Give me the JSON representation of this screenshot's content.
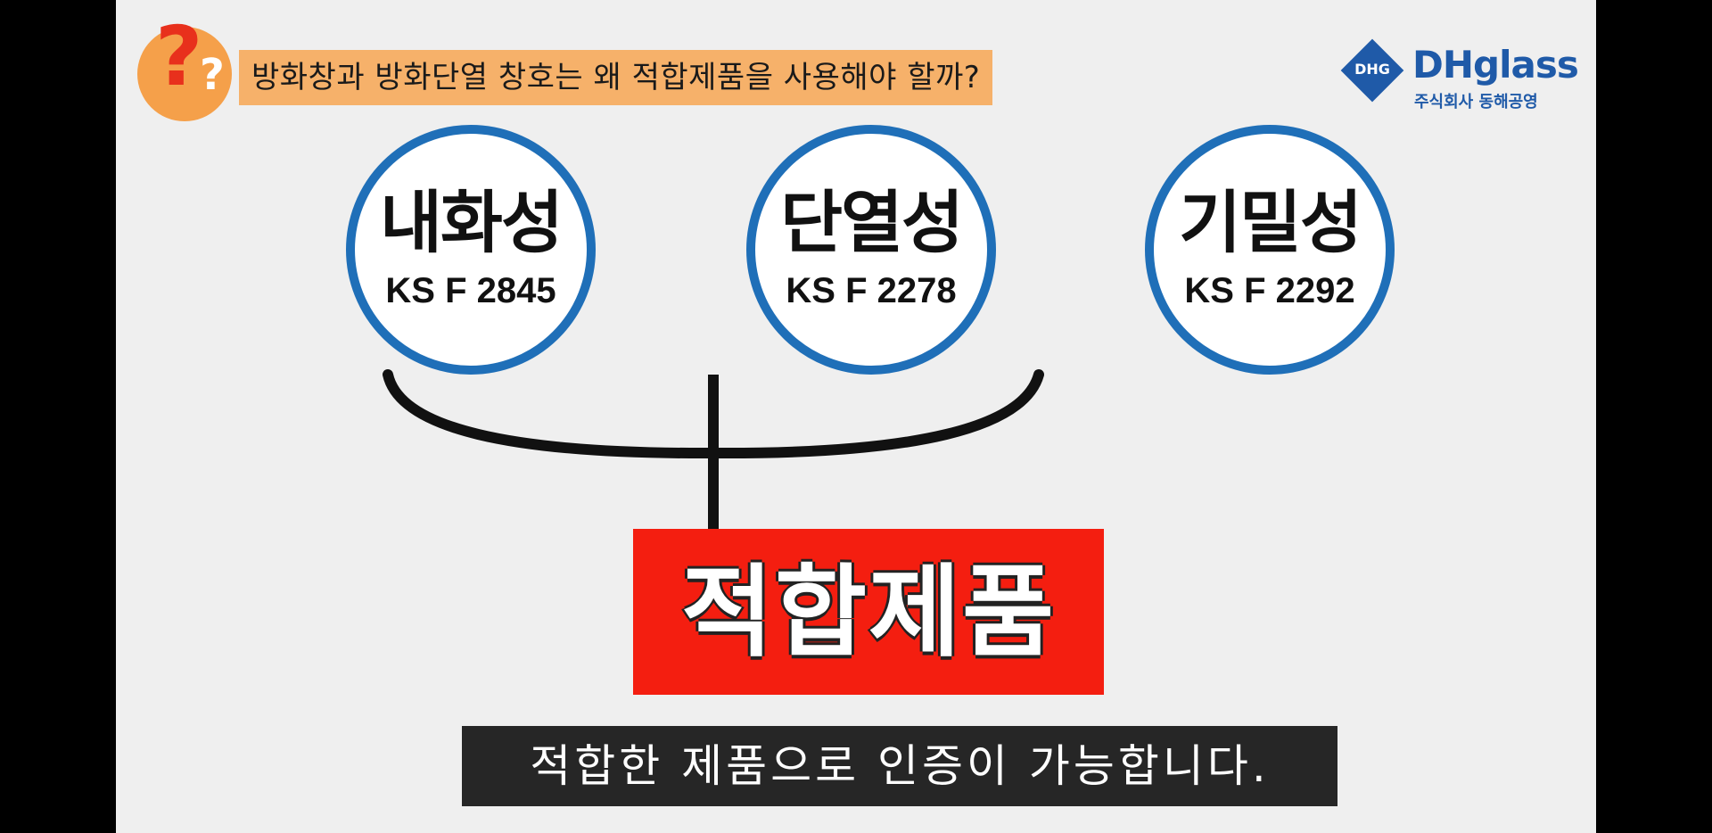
{
  "header": {
    "question_mark": "?",
    "title": "방화창과 방화단열 창호는 왜 적합제품을 사용해야 할까?"
  },
  "logo": {
    "badge": "DHG",
    "name": "DHglass",
    "company": "주식회사 동해공영"
  },
  "properties": [
    {
      "title": "내화성",
      "code": "KS F 2845"
    },
    {
      "title": "단열성",
      "code": "KS F 2278"
    },
    {
      "title": "기밀성",
      "code": "KS F 2292"
    }
  ],
  "result": {
    "label": "적합제품"
  },
  "caption": {
    "text": "적합한 제품으로 인증이 가능합니다."
  },
  "colors": {
    "circle_border": "#1f6fb8",
    "result_bg": "#f41e10",
    "banner_bg": "#f6b16a",
    "question_circle": "#f5a04a",
    "logo_blue": "#1f5aa8"
  }
}
